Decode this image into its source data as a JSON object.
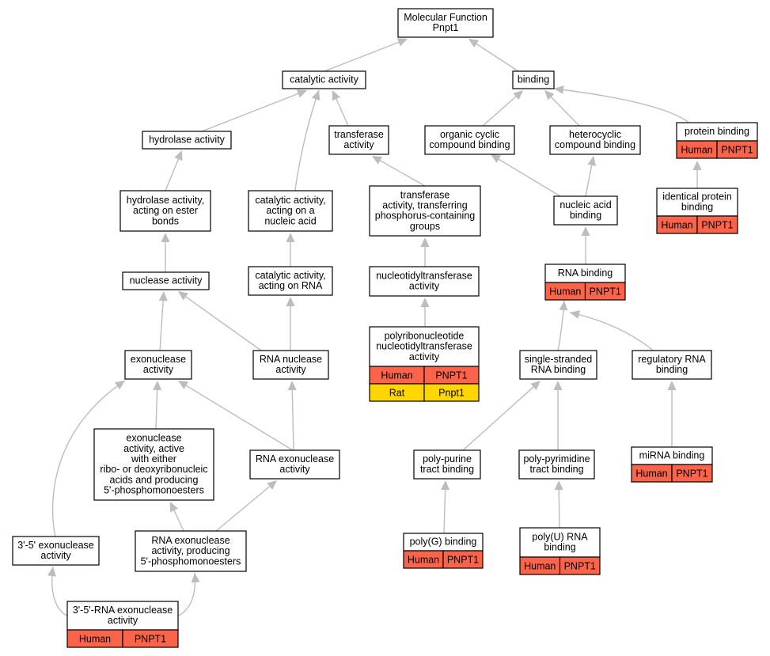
{
  "nodes": {
    "mf": {
      "lines": [
        "Molecular Function",
        "Pnpt1"
      ]
    },
    "catalytic": {
      "lines": [
        "catalytic activity"
      ]
    },
    "binding": {
      "lines": [
        "binding"
      ]
    },
    "hydrolase": {
      "lines": [
        "hydrolase activity"
      ]
    },
    "transferase": {
      "lines": [
        "transferase",
        "activity"
      ]
    },
    "org_cyclic": {
      "lines": [
        "organic cyclic",
        "compound binding"
      ]
    },
    "hetero_cyclic": {
      "lines": [
        "heterocyclic",
        "compound binding"
      ]
    },
    "protein_binding": {
      "lines": [
        "protein binding"
      ],
      "tags": [
        [
          "Human",
          "PNPT1"
        ]
      ]
    },
    "hydro_ester": {
      "lines": [
        "hydrolase activity,",
        "acting on ester",
        "bonds"
      ]
    },
    "cat_nucleic": {
      "lines": [
        "catalytic activity,",
        "acting on a",
        "nucleic acid"
      ]
    },
    "transf_phos": {
      "lines": [
        "transferase",
        "activity, transferring",
        "phosphorus-containing",
        "groups"
      ]
    },
    "nucleic_binding": {
      "lines": [
        "nucleic acid",
        "binding"
      ]
    },
    "identical_protein": {
      "lines": [
        "identical protein",
        "binding"
      ],
      "tags": [
        [
          "Human",
          "PNPT1"
        ]
      ]
    },
    "nuclease": {
      "lines": [
        "nuclease activity"
      ]
    },
    "cat_rna": {
      "lines": [
        "catalytic activity,",
        "acting on RNA"
      ]
    },
    "nucleotidyl": {
      "lines": [
        "nucleotidyltransferase",
        "activity"
      ]
    },
    "rna_binding": {
      "lines": [
        "RNA binding"
      ],
      "tags": [
        [
          "Human",
          "PNPT1"
        ]
      ]
    },
    "polyribo": {
      "lines": [
        "polyribonucleotide",
        "nucleotidyltransferase",
        "activity"
      ],
      "tags": [
        [
          "Human",
          "PNPT1"
        ],
        [
          "Rat",
          "Pnpt1"
        ]
      ]
    },
    "exonuclease": {
      "lines": [
        "exonuclease",
        "activity"
      ]
    },
    "rna_nuclease": {
      "lines": [
        "RNA nuclease",
        "activity"
      ]
    },
    "ss_rna": {
      "lines": [
        "single-stranded",
        "RNA binding"
      ]
    },
    "reg_rna": {
      "lines": [
        "regulatory RNA",
        "binding"
      ]
    },
    "exo_active": {
      "lines": [
        "exonuclease",
        "activity, active",
        "with either",
        "ribo- or deoxyribonucleic",
        "acids and producing",
        "5'-phosphomonoesters"
      ]
    },
    "rna_exo": {
      "lines": [
        "RNA exonuclease",
        "activity"
      ]
    },
    "poly_purine": {
      "lines": [
        "poly-purine",
        "tract binding"
      ]
    },
    "poly_pyrimidine": {
      "lines": [
        "poly-pyrimidine",
        "tract binding"
      ]
    },
    "mirna": {
      "lines": [
        "miRNA binding"
      ],
      "tags": [
        [
          "Human",
          "PNPT1"
        ]
      ]
    },
    "exo_35": {
      "lines": [
        "3'-5' exonuclease",
        "activity"
      ]
    },
    "rna_exo_5p": {
      "lines": [
        "RNA exonuclease",
        "activity, producing",
        "5'-phosphomonoesters"
      ]
    },
    "polyg": {
      "lines": [
        "poly(G) binding"
      ],
      "tags": [
        [
          "Human",
          "PNPT1"
        ]
      ]
    },
    "polyu": {
      "lines": [
        "poly(U) RNA",
        "binding"
      ],
      "tags": [
        [
          "Human",
          "PNPT1"
        ]
      ]
    },
    "rna_exo_35": {
      "lines": [
        "3'-5'-RNA exonuclease",
        "activity"
      ],
      "tags": [
        [
          "Human",
          "PNPT1"
        ]
      ]
    }
  },
  "colors": {
    "edge": "#bdbdbd",
    "human": "#f9644a",
    "rat": "#ffd600",
    "border": "#000000"
  }
}
